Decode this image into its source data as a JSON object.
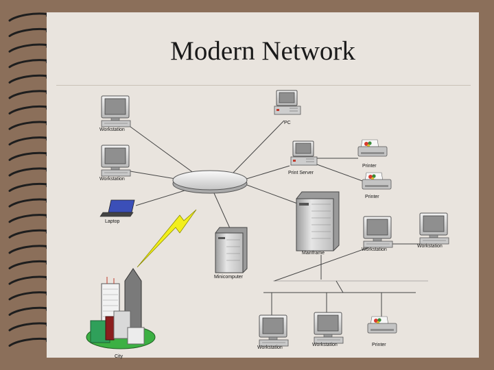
{
  "slide": {
    "title": "Modern Network"
  },
  "nodes": {
    "workstation_1": "Workstation",
    "workstation_2": "Workstation",
    "laptop": "Laptop",
    "pc": "PC",
    "print_server": "Print Server",
    "printer_1": "Printer",
    "printer_2": "Printer",
    "mainframe": "Mainframe",
    "workstation_3": "Workstation",
    "workstation_4": "Workstation",
    "minicomputer": "Minicomputer",
    "city": "City",
    "workstation_5": "Workstation",
    "workstation_6": "Workstation",
    "printer_3": "Printer"
  },
  "colors": {
    "background": "#8b6f5a",
    "page": "#e9e4de",
    "wire": "#444444",
    "lightning": "#f2ef1c"
  },
  "icons": {
    "binding": "spiral-binding",
    "hub": "network-hub",
    "link": "lightning-bolt"
  }
}
